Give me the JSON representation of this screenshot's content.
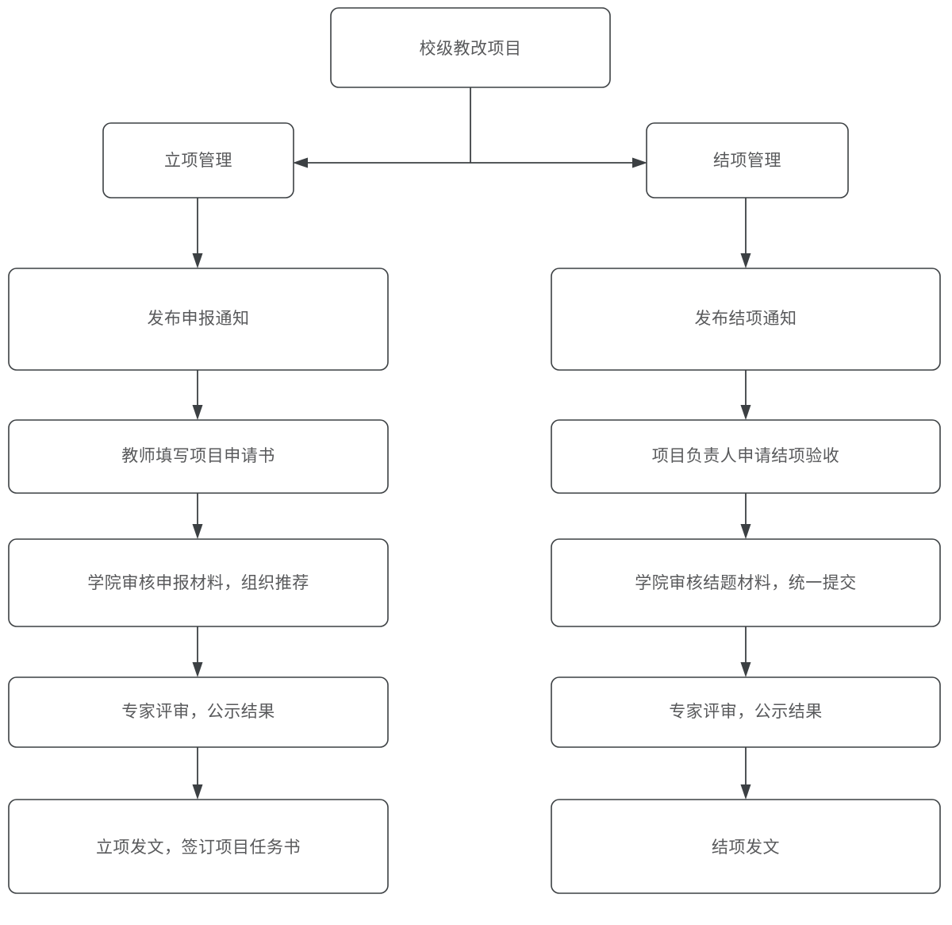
{
  "diagram": {
    "title_node": {
      "id": "root",
      "label": "校级教改项目"
    },
    "branches": [
      {
        "id": "left-branch",
        "label": "立项管理"
      },
      {
        "id": "right-branch",
        "label": "结项管理"
      }
    ],
    "left_column": [
      {
        "id": "l1",
        "label": "发布申报通知"
      },
      {
        "id": "l2",
        "label": "教师填写项目申请书"
      },
      {
        "id": "l3",
        "label": "学院审核申报材料，组织推荐"
      },
      {
        "id": "l4",
        "label": "专家评审，公示结果"
      },
      {
        "id": "l5",
        "label": "立项发文，签订项目任务书"
      }
    ],
    "right_column": [
      {
        "id": "r1",
        "label": "发布结项通知"
      },
      {
        "id": "r2",
        "label": "项目负责人申请结项验收"
      },
      {
        "id": "r3",
        "label": "学院审核结题材料，统一提交"
      },
      {
        "id": "r4",
        "label": "专家评审，公示结果"
      },
      {
        "id": "r5",
        "label": "结项发文"
      }
    ],
    "colors": {
      "box_stroke": "#3c4043",
      "box_fill": "#ffffff",
      "text": "#58595b",
      "edge": "#3c4043",
      "background": "#ffffff"
    }
  }
}
